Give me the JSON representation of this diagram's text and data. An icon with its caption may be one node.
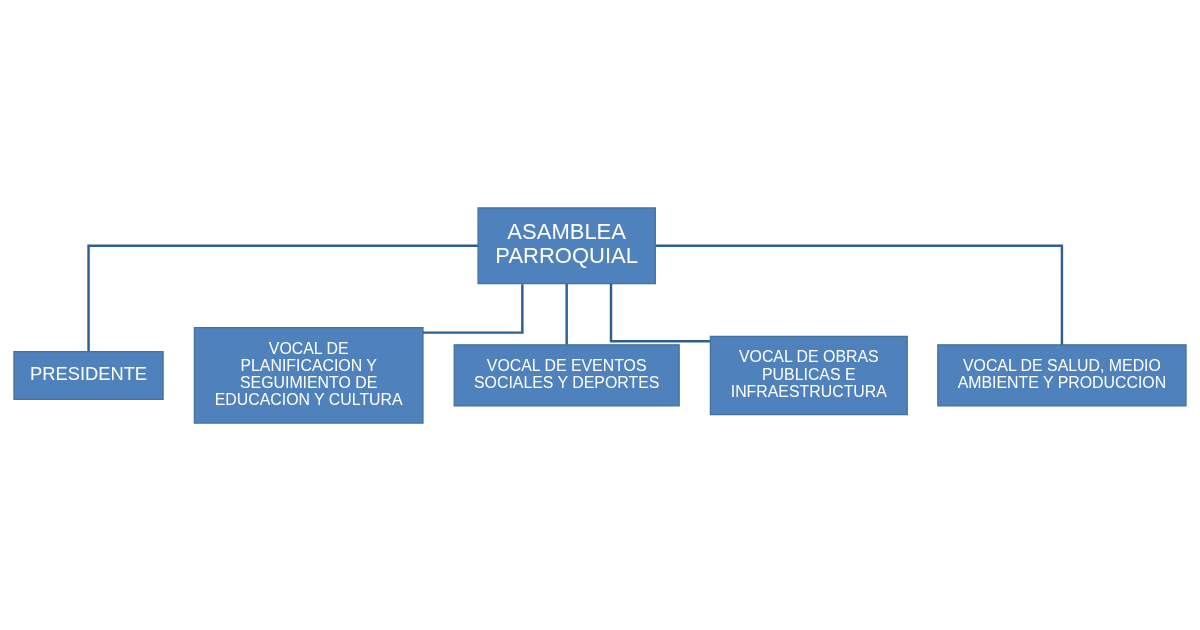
{
  "diagram": {
    "nodes": [
      {
        "text": [
          "ASAMBLEA PARROQUIAL"
        ]
      },
      {
        "text": [
          "PRESIDENTE"
        ]
      },
      {
        "text": [
          "VOCAL DE PLANIFICACION Y SEGUIMIENTO DE EDUCACION Y CULTURA"
        ]
      },
      {
        "text": [
          "VOCAL DE EVENTOS SOCIALES Y DEPORTES"
        ]
      },
      {
        "text": [
          "VOCAL DE OBRAS PUBLICAS E INFRAESTRUCTURA"
        ]
      },
      {
        "text": [
          "VOCAL DE SALUD, MEDIO AMBIENTE Y PRODUCCION"
        ]
      }
    ],
    "edges": [
      {
        "from": 0,
        "to": 1,
        "arrow": "none"
      },
      {
        "from": 0,
        "to": 2,
        "arrow": "none"
      },
      {
        "from": 0,
        "to": 3,
        "arrow": "none"
      },
      {
        "from": 0,
        "to": 4,
        "arrow": "none"
      },
      {
        "from": 0,
        "to": 5,
        "arrow": "none"
      }
    ]
  }
}
